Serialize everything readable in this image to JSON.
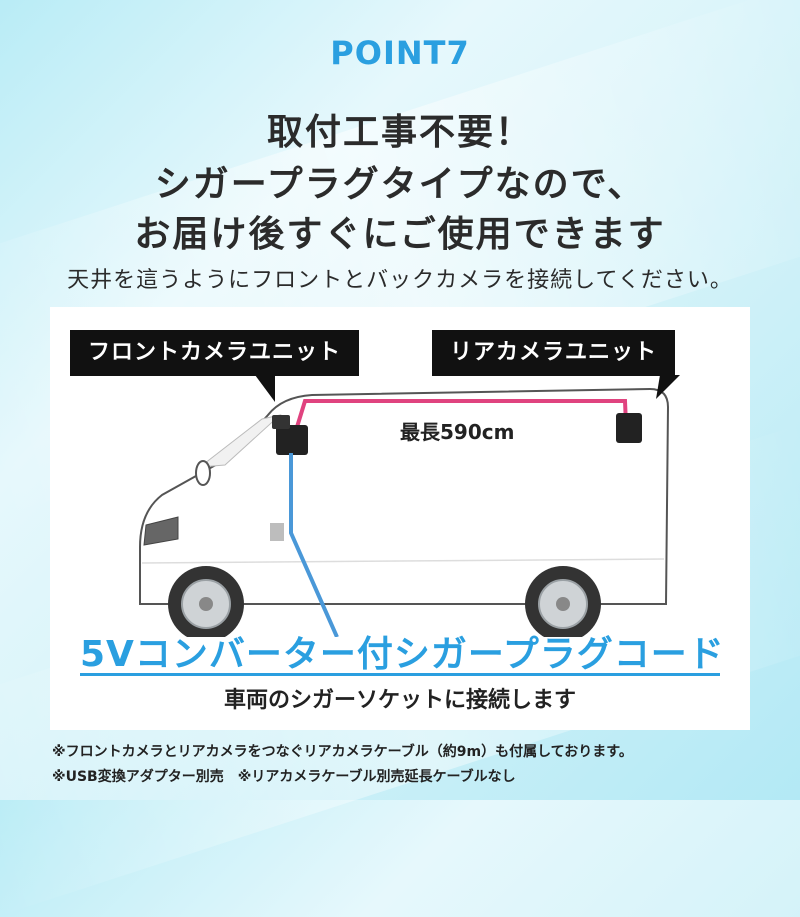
{
  "point_label": "POINT7",
  "headline": {
    "line1": "取付工事不要！",
    "line2": "シガープラグタイプなので、",
    "line3": "お届け後すぐにご使用できます"
  },
  "subtitle": "天井を這うようにフロントとバックカメラを接続してください。",
  "diagram": {
    "front_label": "フロントカメラユニット",
    "rear_label": "リアカメラユニット",
    "cable_length": "最長590cm",
    "colors": {
      "rear_cable": "#e0437f",
      "power_cable": "#4a98d8",
      "accent": "#2a9fe0"
    }
  },
  "cable": {
    "title": "5Vコンバーター付シガープラグコード",
    "subtitle": "車両のシガーソケットに接続します"
  },
  "notes": {
    "note1": "※フロントカメラとリアカメラをつなぐリアカメラケーブル（約9m）も付属しております。",
    "note2": "※USB変換アダプター別売　※リアカメラケーブル別売延長ケーブルなし"
  }
}
